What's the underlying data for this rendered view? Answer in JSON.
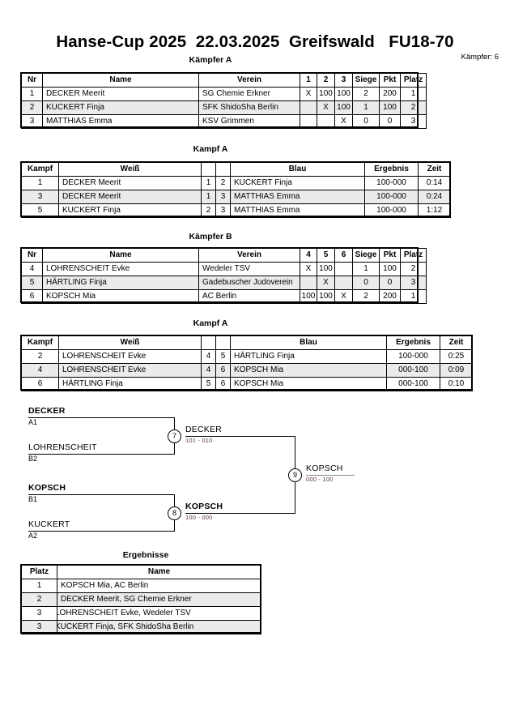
{
  "header": {
    "title": "Hanse-Cup 2025  22.03.2025  Greifswald   FU18-70",
    "fighter_count": "Kämpfer: 6"
  },
  "captions": {
    "pool_a": "Kämpfer A",
    "pool_a_matches": "Kampf A",
    "pool_b": "Kämpfer B",
    "pool_b_matches": "Kampf A",
    "results": "Ergebnisse"
  },
  "pool_a": {
    "headers": {
      "nr": "Nr",
      "name": "Name",
      "verein": "Verein",
      "m1": "1",
      "m2": "2",
      "m3": "3",
      "siege": "Siege",
      "pkt": "Pkt",
      "platz": "Platz"
    },
    "rows": [
      {
        "nr": "1",
        "name": "DECKER Meerit",
        "verein": "SG Chemie Erkner",
        "m1": "X",
        "m2": "100",
        "m3": "100",
        "siege": "2",
        "pkt": "200",
        "platz": "1"
      },
      {
        "nr": "2",
        "name": "KUCKERT Finja",
        "verein": "SFK ShidoSha Berlin",
        "m1": "",
        "m2": "X",
        "m3": "100",
        "siege": "1",
        "pkt": "100",
        "platz": "2"
      },
      {
        "nr": "3",
        "name": "MATTHIAS Emma",
        "verein": "KSV Grimmen",
        "m1": "",
        "m2": "",
        "m3": "X",
        "siege": "0",
        "pkt": "0",
        "platz": "3"
      }
    ]
  },
  "pool_a_matches": {
    "headers": {
      "kampf": "Kampf",
      "weiss": "Weiß",
      "nr_w": "",
      "nr_b": "",
      "blau": "Blau",
      "ergebnis": "Ergebnis",
      "zeit": "Zeit"
    },
    "rows": [
      {
        "kampf": "1",
        "weiss": "DECKER Meerit",
        "weiss_bold": true,
        "nr_w": "1",
        "nr_b": "2",
        "blau": "KUCKERT Finja",
        "blau_bold": false,
        "ergebnis": "100-000",
        "zeit": "0:14"
      },
      {
        "kampf": "3",
        "weiss": "DECKER Meerit",
        "weiss_bold": true,
        "nr_w": "1",
        "nr_b": "3",
        "blau": "MATTHIAS Emma",
        "blau_bold": false,
        "ergebnis": "100-000",
        "zeit": "0:24"
      },
      {
        "kampf": "5",
        "weiss": "KUCKERT Finja",
        "weiss_bold": true,
        "nr_w": "2",
        "nr_b": "3",
        "blau": "MATTHIAS Emma",
        "blau_bold": false,
        "ergebnis": "100-000",
        "zeit": "1:12"
      }
    ]
  },
  "pool_b": {
    "headers": {
      "nr": "Nr",
      "name": "Name",
      "verein": "Verein",
      "m1": "4",
      "m2": "5",
      "m3": "6",
      "siege": "Siege",
      "pkt": "Pkt",
      "platz": "Platz"
    },
    "rows": [
      {
        "nr": "4",
        "name": "LOHRENSCHEIT Evke",
        "verein": "Wedeler TSV",
        "m1": "X",
        "m2": "100",
        "m3": "",
        "siege": "1",
        "pkt": "100",
        "platz": "2"
      },
      {
        "nr": "5",
        "name": "HÄRTLING Finja",
        "verein": "Gadebuscher Judoverein",
        "m1": "",
        "m2": "X",
        "m3": "",
        "siege": "0",
        "pkt": "0",
        "platz": "3"
      },
      {
        "nr": "6",
        "name": "KOPSCH Mia",
        "verein": "AC Berlin",
        "m1": "100",
        "m2": "100",
        "m3": "X",
        "siege": "2",
        "pkt": "200",
        "platz": "1"
      }
    ]
  },
  "pool_b_matches": {
    "headers": {
      "kampf": "Kampf",
      "weiss": "Weiß",
      "nr_w": "",
      "nr_b": "",
      "blau": "Blau",
      "ergebnis": "Ergebnis",
      "zeit": "Zeit"
    },
    "rows": [
      {
        "kampf": "2",
        "weiss": "LOHRENSCHEIT Evke",
        "weiss_bold": true,
        "nr_w": "4",
        "nr_b": "5",
        "blau": "HÄRTLING Finja",
        "blau_bold": false,
        "ergebnis": "100-000",
        "zeit": "0:25"
      },
      {
        "kampf": "4",
        "weiss": "LOHRENSCHEIT Evke",
        "weiss_bold": false,
        "nr_w": "4",
        "nr_b": "6",
        "blau": "KOPSCH Mia",
        "blau_bold": true,
        "ergebnis": "000-100",
        "zeit": "0:09"
      },
      {
        "kampf": "6",
        "weiss": "HÄRTLING Finja",
        "weiss_bold": false,
        "nr_w": "5",
        "nr_b": "6",
        "blau": "KOPSCH Mia",
        "blau_bold": true,
        "ergebnis": "000-100",
        "zeit": "0:10"
      }
    ]
  },
  "bracket": {
    "entrants": [
      {
        "name": "DECKER",
        "seed": "A1",
        "bold": true
      },
      {
        "name": "LOHRENSCHEIT",
        "seed": "B2",
        "bold": false
      },
      {
        "name": "KOPSCH",
        "seed": "B1",
        "bold": true
      },
      {
        "name": "KUCKERT",
        "seed": "A2",
        "bold": false
      }
    ],
    "nodes": [
      {
        "number": "7",
        "winner": "DECKER",
        "score": "101 - 010",
        "bold": false
      },
      {
        "number": "8",
        "winner": "KOPSCH",
        "score": "100 - 000",
        "bold": true
      },
      {
        "number": "9",
        "winner": "KOPSCH",
        "score": "000 - 100",
        "bold": false
      }
    ]
  },
  "results": {
    "headers": {
      "platz": "Platz",
      "name": "Name"
    },
    "rows": [
      {
        "platz": "1",
        "name": "KOPSCH Mia, AC Berlin",
        "clip": false
      },
      {
        "platz": "2",
        "name": "DECKER Meerit, SG Chemie Erkner",
        "clip": false
      },
      {
        "platz": "3",
        "name": "LOHRENSCHEIT Evke, Wedeler TSV",
        "clip": true
      },
      {
        "platz": "3",
        "name": "KUCKERT Finja, SFK ShidoSha Berlin",
        "clip": true
      }
    ]
  }
}
